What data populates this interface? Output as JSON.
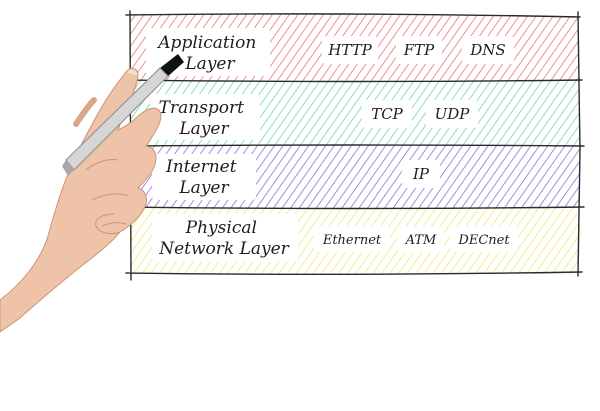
{
  "diagram": {
    "layers": [
      {
        "name_lines": [
          "Application",
          "Layer"
        ],
        "protocols": [
          "HTTP",
          "FTP",
          "DNS"
        ],
        "color": "#e8747c"
      },
      {
        "name_lines": [
          "Transport",
          "Layer"
        ],
        "protocols": [
          "TCP",
          "UDP"
        ],
        "color": "#6fd6a6"
      },
      {
        "name_lines": [
          "Internet",
          "Layer"
        ],
        "protocols": [
          "IP"
        ],
        "color": "#8f6fe0"
      },
      {
        "name_lines": [
          "Physical",
          "Network Layer"
        ],
        "protocols": [
          "Ethernet",
          "ATM",
          "DECnet"
        ],
        "color": "#ecea74"
      }
    ],
    "outline_color": "#2a2a2a",
    "photo_elements": [
      "hand",
      "marker-pen"
    ]
  }
}
